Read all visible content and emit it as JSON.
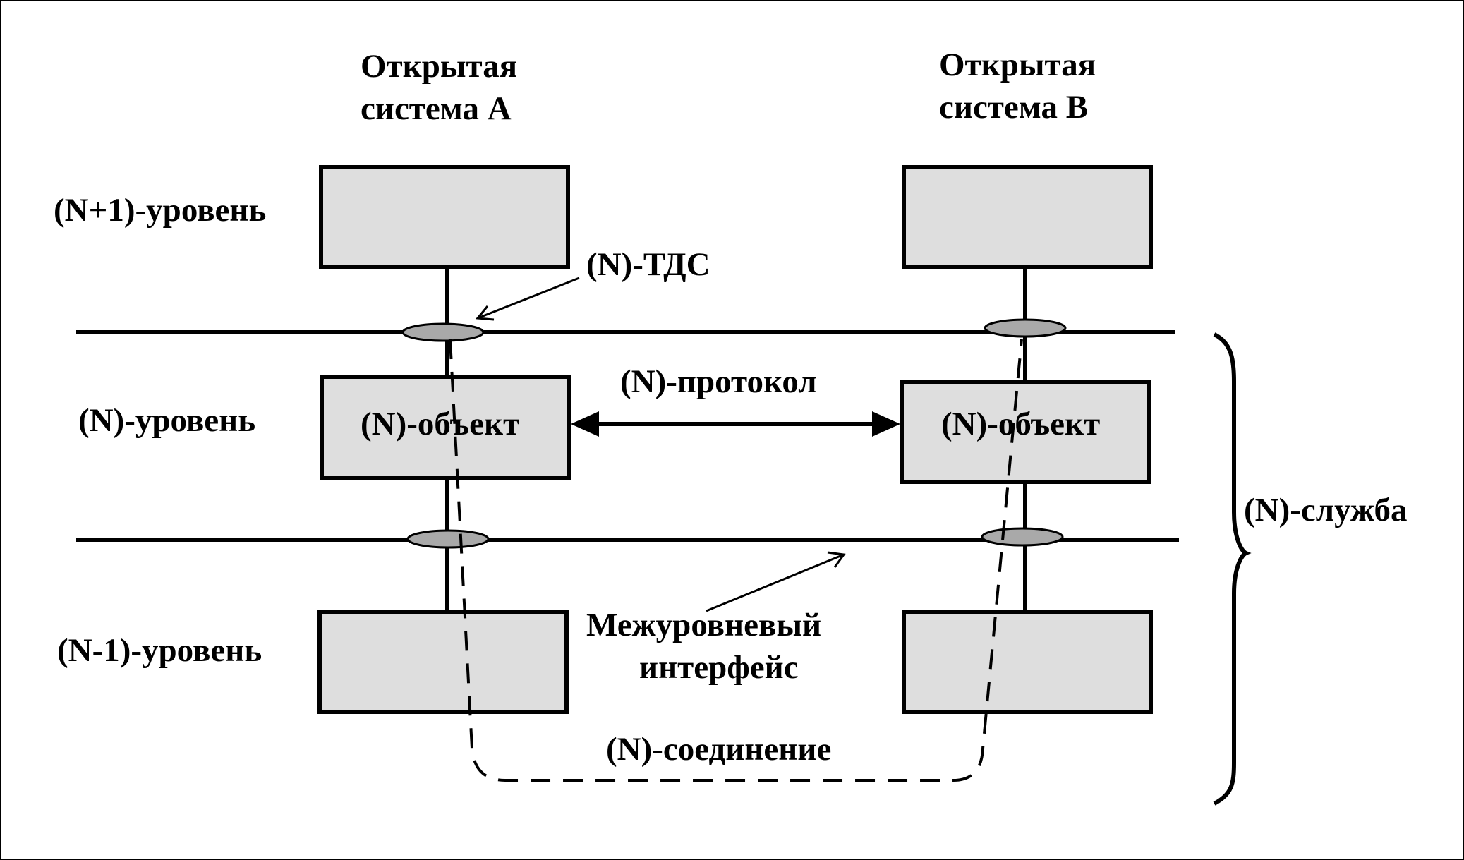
{
  "systems": {
    "a": {
      "line1": "Открытая",
      "line2": "система A"
    },
    "b": {
      "line1": "Открытая",
      "line2": "система B"
    }
  },
  "levels": {
    "upper": "(N+1)-уровень",
    "middle": "(N)-уровень",
    "lower": "(N-1)-уровень"
  },
  "labels": {
    "tds": "(N)-ТДС",
    "protocol": "(N)-протокол",
    "entity_a": "(N)-объект",
    "entity_b": "(N)-объект",
    "interface_line1": "Межуровневый",
    "interface_line2": "интерфейс",
    "connection": "(N)-соединение",
    "service": "(N)-служба"
  },
  "colors": {
    "box_fill": "#dedede",
    "sap_fill": "#a9a9a9",
    "stroke": "#000000"
  }
}
